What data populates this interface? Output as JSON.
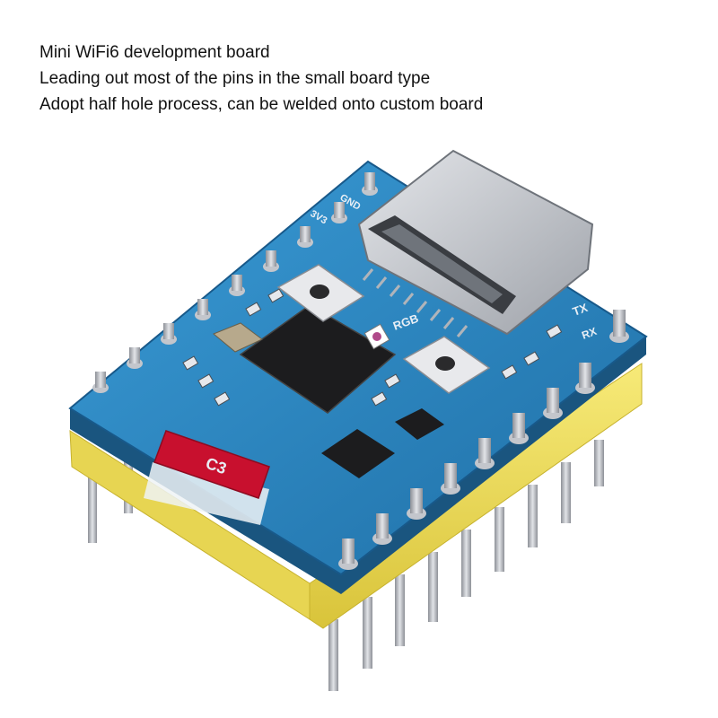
{
  "captions": [
    "Mini WiFi6 development board",
    "Leading out most of the pins in the small board type",
    "Adopt half hole process, can be welded onto custom board"
  ],
  "board": {
    "chip_label": "C3",
    "rgb_label": "RGB",
    "silk_tx": "TX",
    "silk_rx": "RX",
    "silk_gnd": "GND",
    "silk_3v3": "3V3"
  },
  "colors": {
    "pcb": "#2e86c1",
    "header_plastic": "#f1e05a",
    "pin_metal": "#b9bcc2",
    "usb_shell": "#c9ccd1",
    "chip": "#1c1c1e",
    "antenna": "#c8102e"
  }
}
